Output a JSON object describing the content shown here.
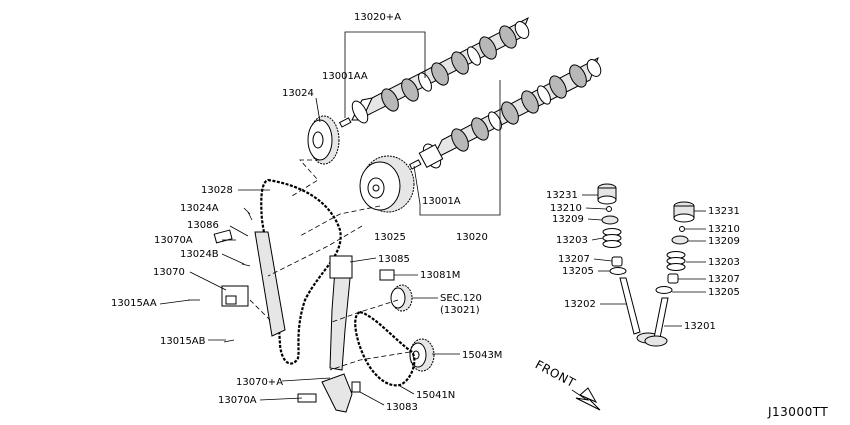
{
  "labels": {
    "camshaft_assembly": "13020+A",
    "camshaft_bracket_left": "13001AA",
    "cam_sprocket_exhaust": "13024",
    "chain_guide_top": "13028",
    "bolt_top": "13024A",
    "slack_guide_upper": "13086",
    "dowel_left": "13070A",
    "bolt_mid": "13024B",
    "tensioner": "13070",
    "bolt_15aa": "13015AA",
    "bolt_15ab": "13015AB",
    "tension_guide_70a": "13070+A",
    "dowel_bottom": "13070A",
    "cam_sprocket_intake": "13025",
    "bracket_right": "13001A",
    "camshaft_intake": "13020",
    "chain_guide_85": "13085",
    "pin_81m": "13081M",
    "sec_ref": "SEC.120",
    "sec_ref_sub": "(13021)",
    "sprocket_43m": "15043M",
    "chain_41n": "15041N",
    "bolt_83": "13083",
    "lifter_left": "13231",
    "collet_left": "13210",
    "retainer_left": "13209",
    "spring_left": "13203",
    "seal_left": "13207",
    "seat_left": "13205",
    "valve_left": "13202",
    "lifter_right": "13231",
    "collet_right": "13210",
    "retainer_right": "13209",
    "spring_right": "13203",
    "seal_right": "13207",
    "seat_right": "13205",
    "valve_right": "13201",
    "front_marker": "FRONT",
    "diagram_code": "J13000TT"
  }
}
